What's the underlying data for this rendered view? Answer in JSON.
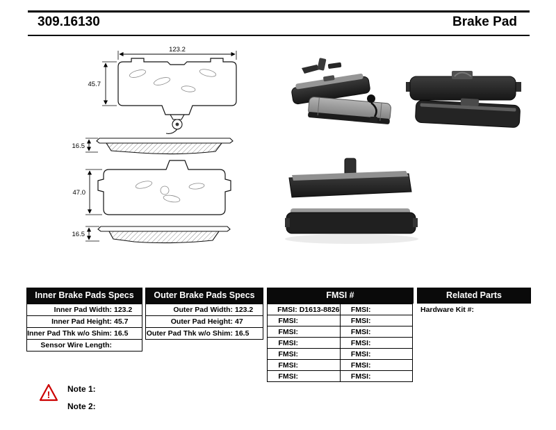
{
  "header": {
    "part_number": "309.16130",
    "product_type": "Brake Pad"
  },
  "drawing_dims": {
    "pad1_width": "123.2",
    "pad1_height": "45.7",
    "pad1_thickness": "16.5",
    "pad2_height": "47.0",
    "pad2_thickness": "16.5"
  },
  "tables": {
    "inner": {
      "title": "Inner Brake Pads Specs",
      "rows": [
        {
          "label": "Inner Pad Width:",
          "value": "123.2"
        },
        {
          "label": "Inner Pad Height:",
          "value": "45.7"
        },
        {
          "label": "Inner Pad Thk w/o Shim:",
          "value": "16.5"
        },
        {
          "label": "Sensor Wire Length:",
          "value": ""
        }
      ]
    },
    "outer": {
      "title": "Outer Brake Pads Specs",
      "rows": [
        {
          "label": "Outer Pad Width:",
          "value": "123.2"
        },
        {
          "label": "Outer Pad Height:",
          "value": "47"
        },
        {
          "label": "Outer Pad Thk w/o Shim:",
          "value": "16.5"
        }
      ]
    },
    "fmsi": {
      "title": "FMSI #",
      "rows": [
        {
          "left_label": "FMSI:",
          "left_value": "D1613-8826",
          "right_label": "FMSI:",
          "right_value": ""
        },
        {
          "left_label": "FMSI:",
          "left_value": "",
          "right_label": "FMSI:",
          "right_value": ""
        },
        {
          "left_label": "FMSI:",
          "left_value": "",
          "right_label": "FMSI:",
          "right_value": ""
        },
        {
          "left_label": "FMSI:",
          "left_value": "",
          "right_label": "FMSI:",
          "right_value": ""
        },
        {
          "left_label": "FMSI:",
          "left_value": "",
          "right_label": "FMSI:",
          "right_value": ""
        },
        {
          "left_label": "FMSI:",
          "left_value": "",
          "right_label": "FMSI:",
          "right_value": ""
        },
        {
          "left_label": "FMSI:",
          "left_value": "",
          "right_label": "FMSI:",
          "right_value": ""
        }
      ]
    },
    "related": {
      "title": "Related Parts",
      "rows": [
        {
          "label": "Hardware Kit #:",
          "value": ""
        }
      ]
    }
  },
  "notes": [
    {
      "label": "Note 1:"
    },
    {
      "label": "Note 2:"
    }
  ],
  "warning_glyph": "!"
}
